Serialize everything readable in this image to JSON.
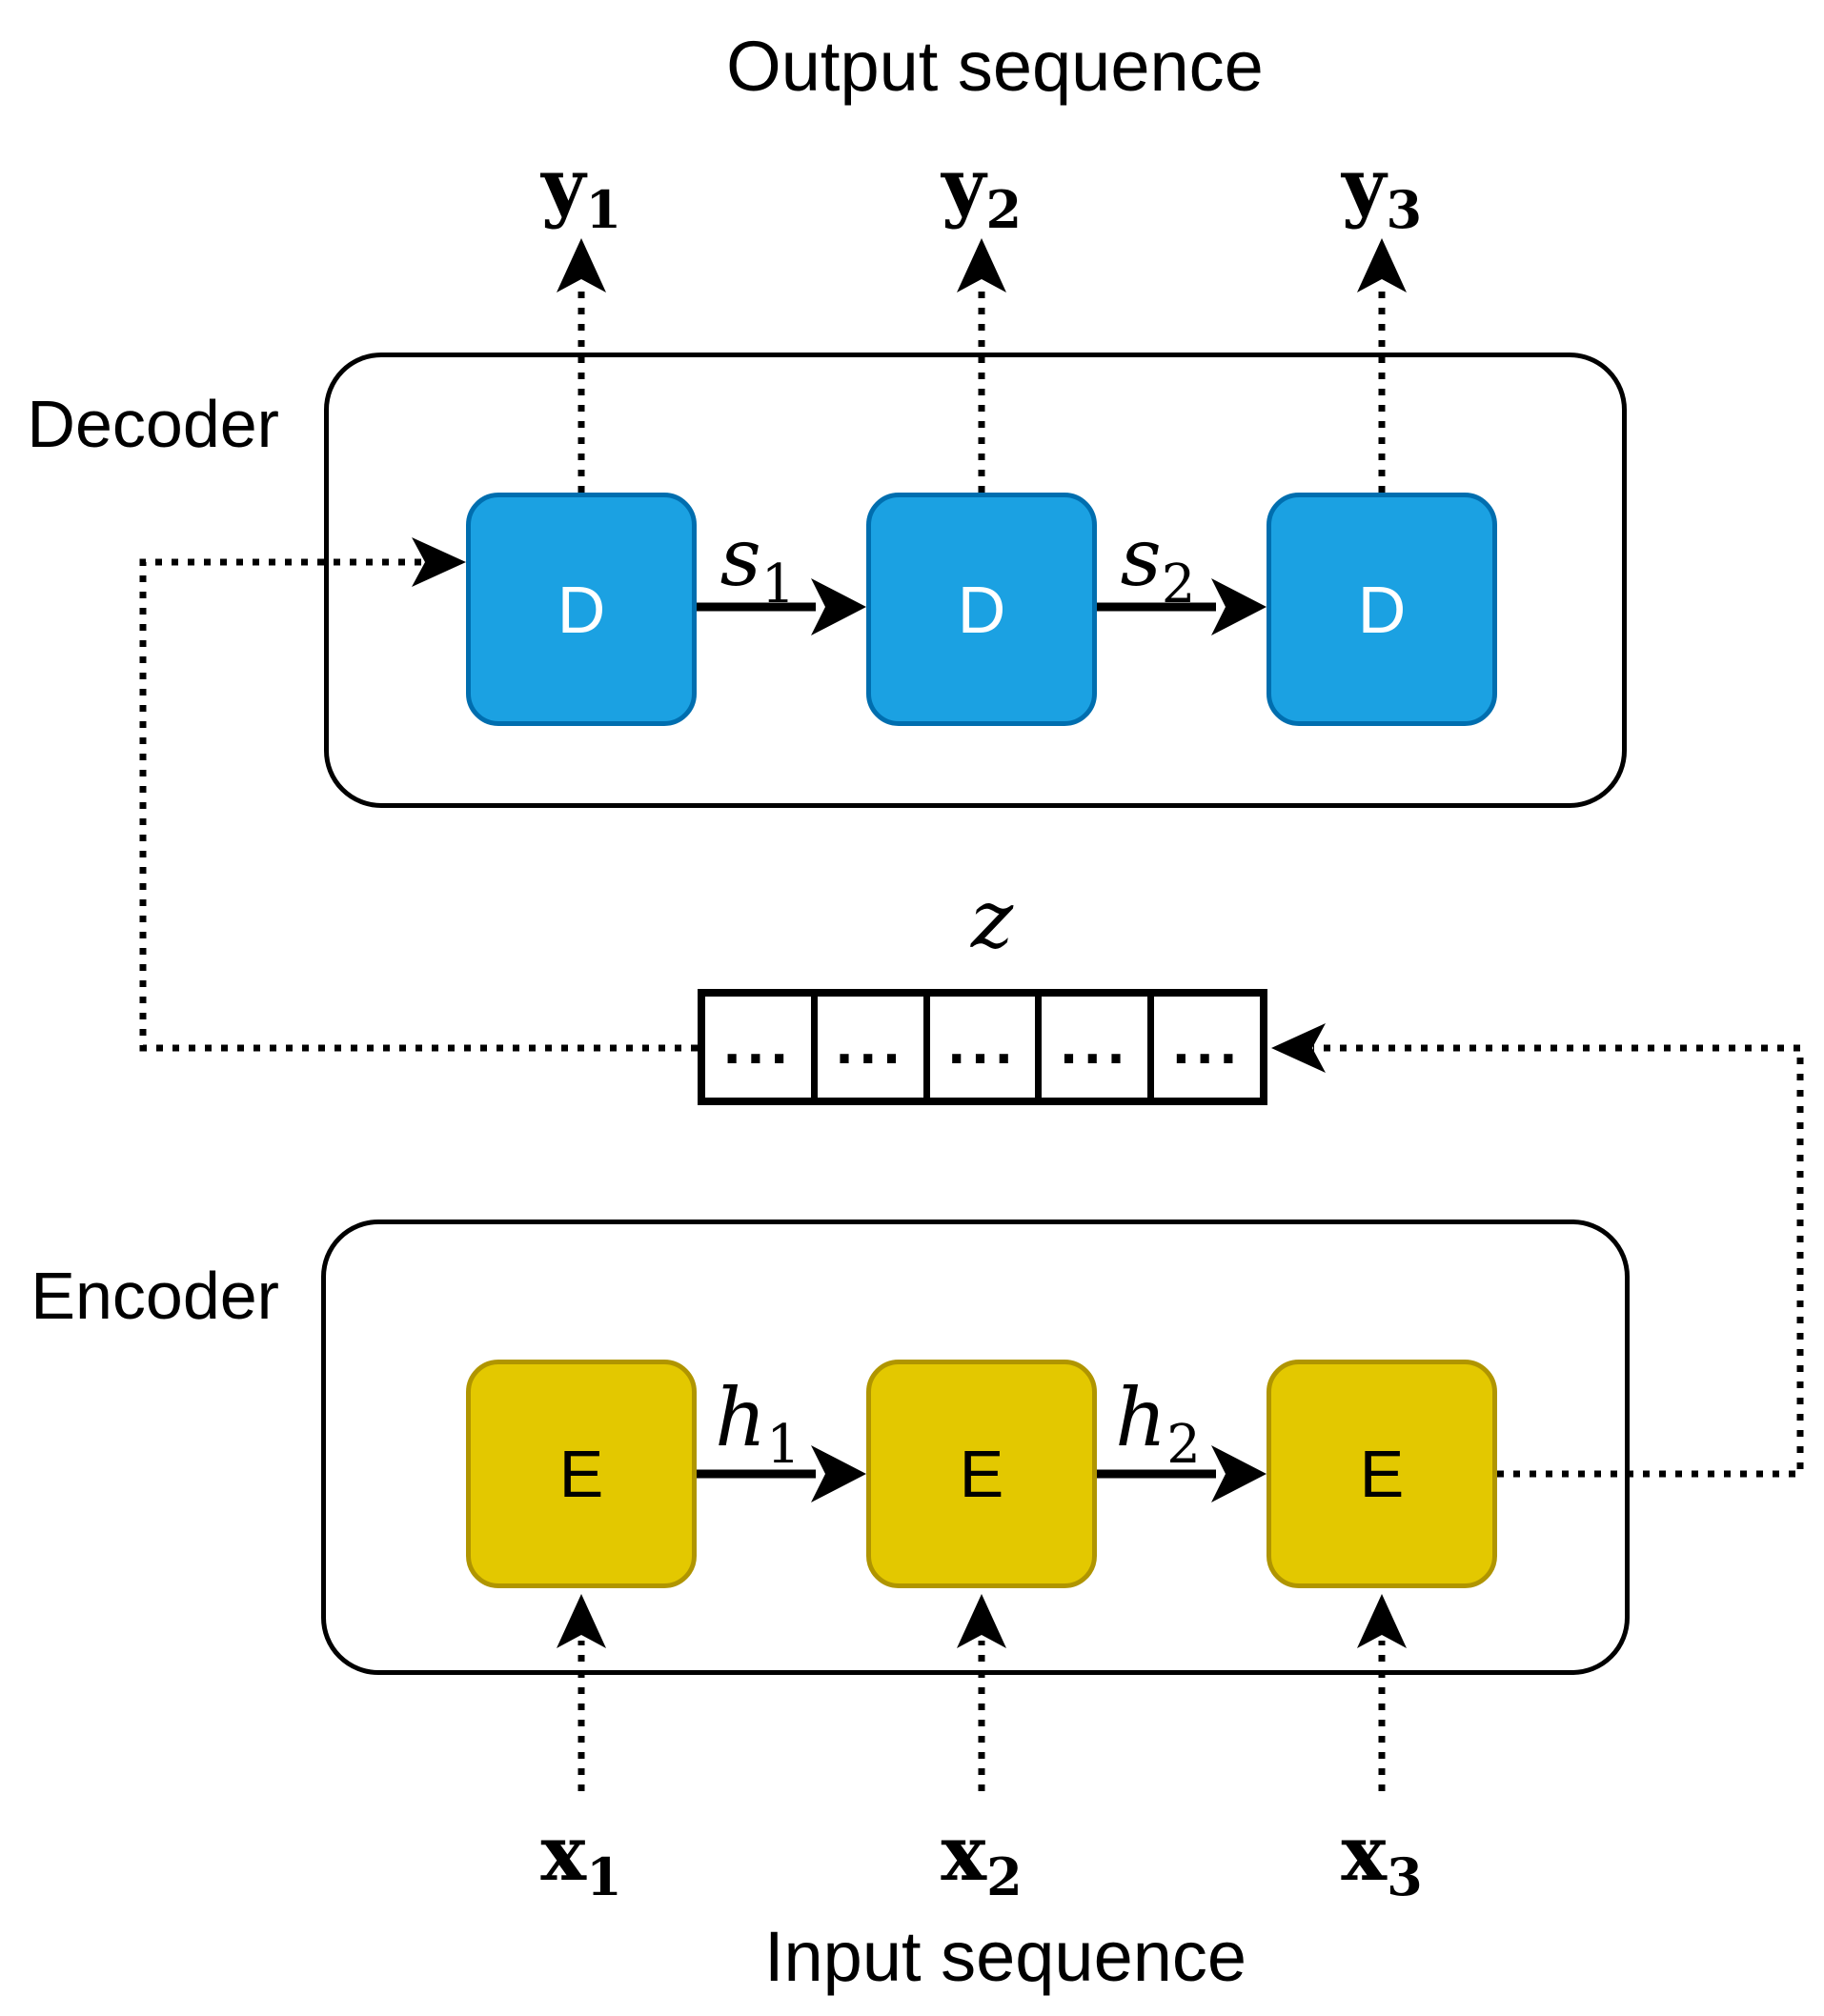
{
  "output_title": "Output sequence",
  "input_title": "Input sequence",
  "decoder": {
    "label": "Decoder",
    "blocks": [
      "D",
      "D",
      "D"
    ],
    "outputs": [
      {
        "base": "y",
        "sub": "1"
      },
      {
        "base": "y",
        "sub": "2"
      },
      {
        "base": "y",
        "sub": "3"
      }
    ],
    "states": [
      {
        "base": "s",
        "sub": "1"
      },
      {
        "base": "s",
        "sub": "2"
      }
    ]
  },
  "context_vector": {
    "label": "z",
    "cells": [
      "...",
      "...",
      "...",
      "...",
      "..."
    ]
  },
  "encoder": {
    "label": "Encoder",
    "blocks": [
      "E",
      "E",
      "E"
    ],
    "states": [
      {
        "base": "h",
        "sub": "1"
      },
      {
        "base": "h",
        "sub": "2"
      }
    ],
    "inputs": [
      {
        "base": "x",
        "sub": "1"
      },
      {
        "base": "x",
        "sub": "2"
      },
      {
        "base": "x",
        "sub": "3"
      }
    ]
  },
  "colors": {
    "decoder_fill": "#1BA1E2",
    "decoder_stroke": "#006EAF",
    "encoder_fill": "#E3C800",
    "encoder_stroke": "#B09500",
    "line": "#000000",
    "bg": "#FFFFFF"
  }
}
